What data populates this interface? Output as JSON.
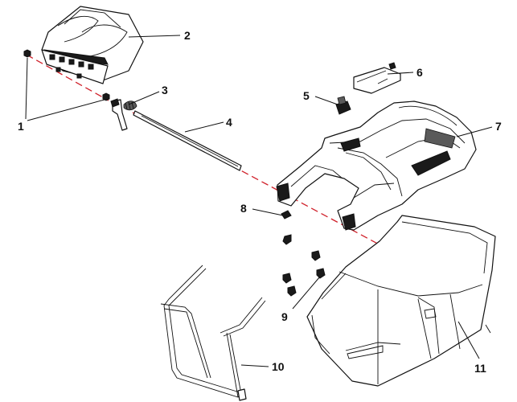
{
  "diagram": {
    "callouts": [
      {
        "id": "1",
        "label": "1"
      },
      {
        "id": "2",
        "label": "2"
      },
      {
        "id": "3",
        "label": "3"
      },
      {
        "id": "4",
        "label": "4"
      },
      {
        "id": "5",
        "label": "5"
      },
      {
        "id": "6",
        "label": "6"
      },
      {
        "id": "7",
        "label": "7"
      },
      {
        "id": "8",
        "label": "8"
      },
      {
        "id": "9",
        "label": "9"
      },
      {
        "id": "10",
        "label": "10"
      },
      {
        "id": "11",
        "label": "11"
      }
    ],
    "colors": {
      "line": "#111111",
      "assembly_axis": "#d0202a",
      "background": "#ffffff"
    }
  }
}
